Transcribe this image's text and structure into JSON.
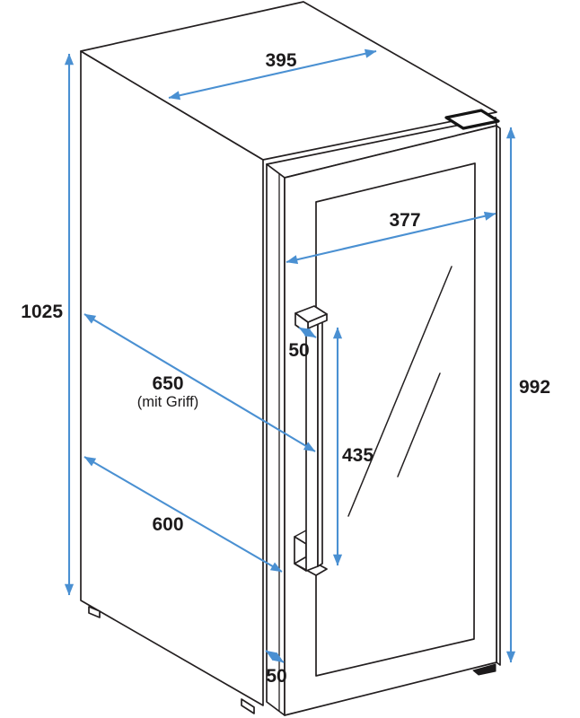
{
  "diagram": {
    "type": "technical-dimension-drawing",
    "subject": "wine-cooler-glass-door-isometric",
    "colors": {
      "outline": "#231f20",
      "dimension_arrows": "#4a90d2",
      "label_text": "#1c1a1b",
      "background": "#ffffff"
    },
    "labels": {
      "top_depth": "395",
      "door_width": "377",
      "overall_height": "1025",
      "door_height": "992",
      "depth_with_handle": "650",
      "depth_with_handle_note": "(mit Griff)",
      "body_depth": "600",
      "handle_length": "435",
      "handle_depth": "50",
      "door_thickness": "50"
    }
  }
}
